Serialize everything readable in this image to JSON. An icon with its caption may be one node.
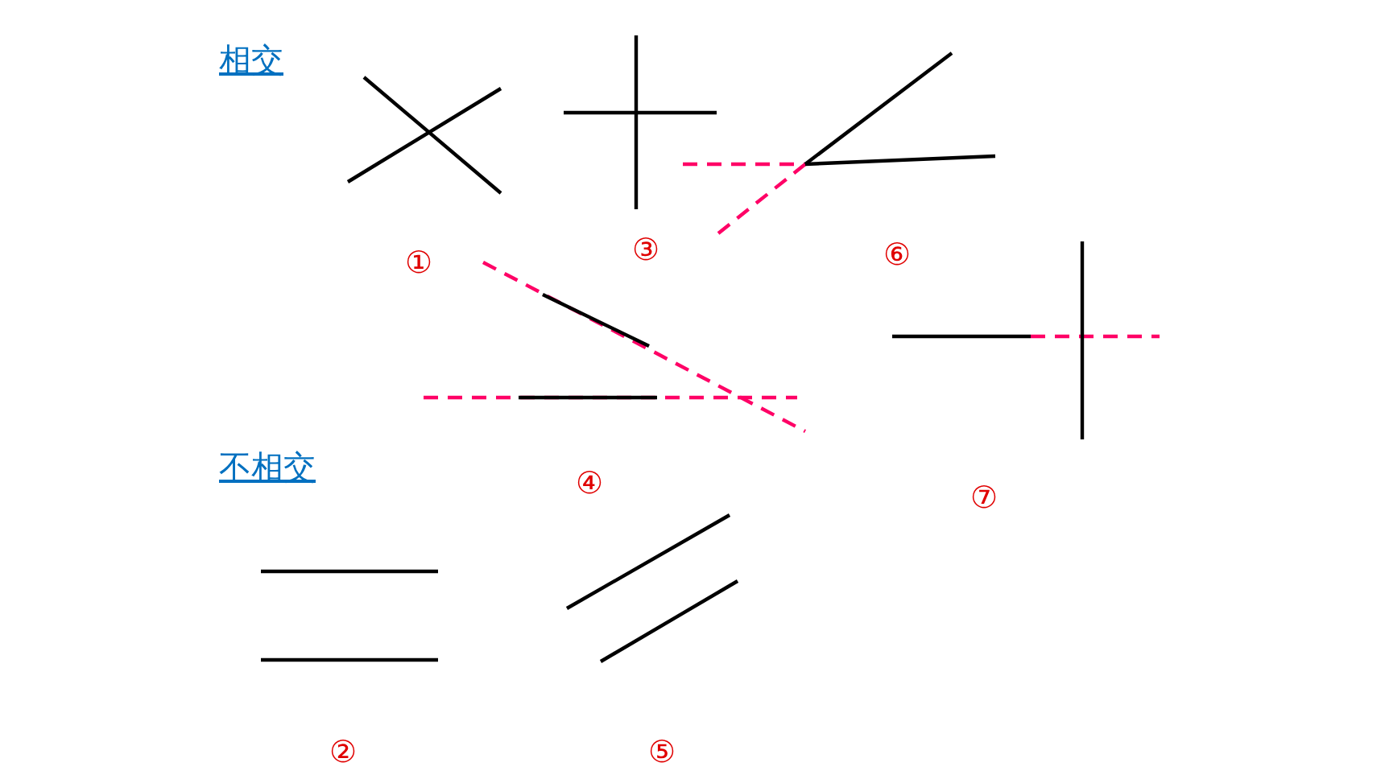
{
  "diagram": {
    "labels": [
      "相交",
      "①",
      "③",
      "⑥",
      "④",
      "⑦",
      "不相交",
      "②",
      "⑤"
    ]
  }
}
